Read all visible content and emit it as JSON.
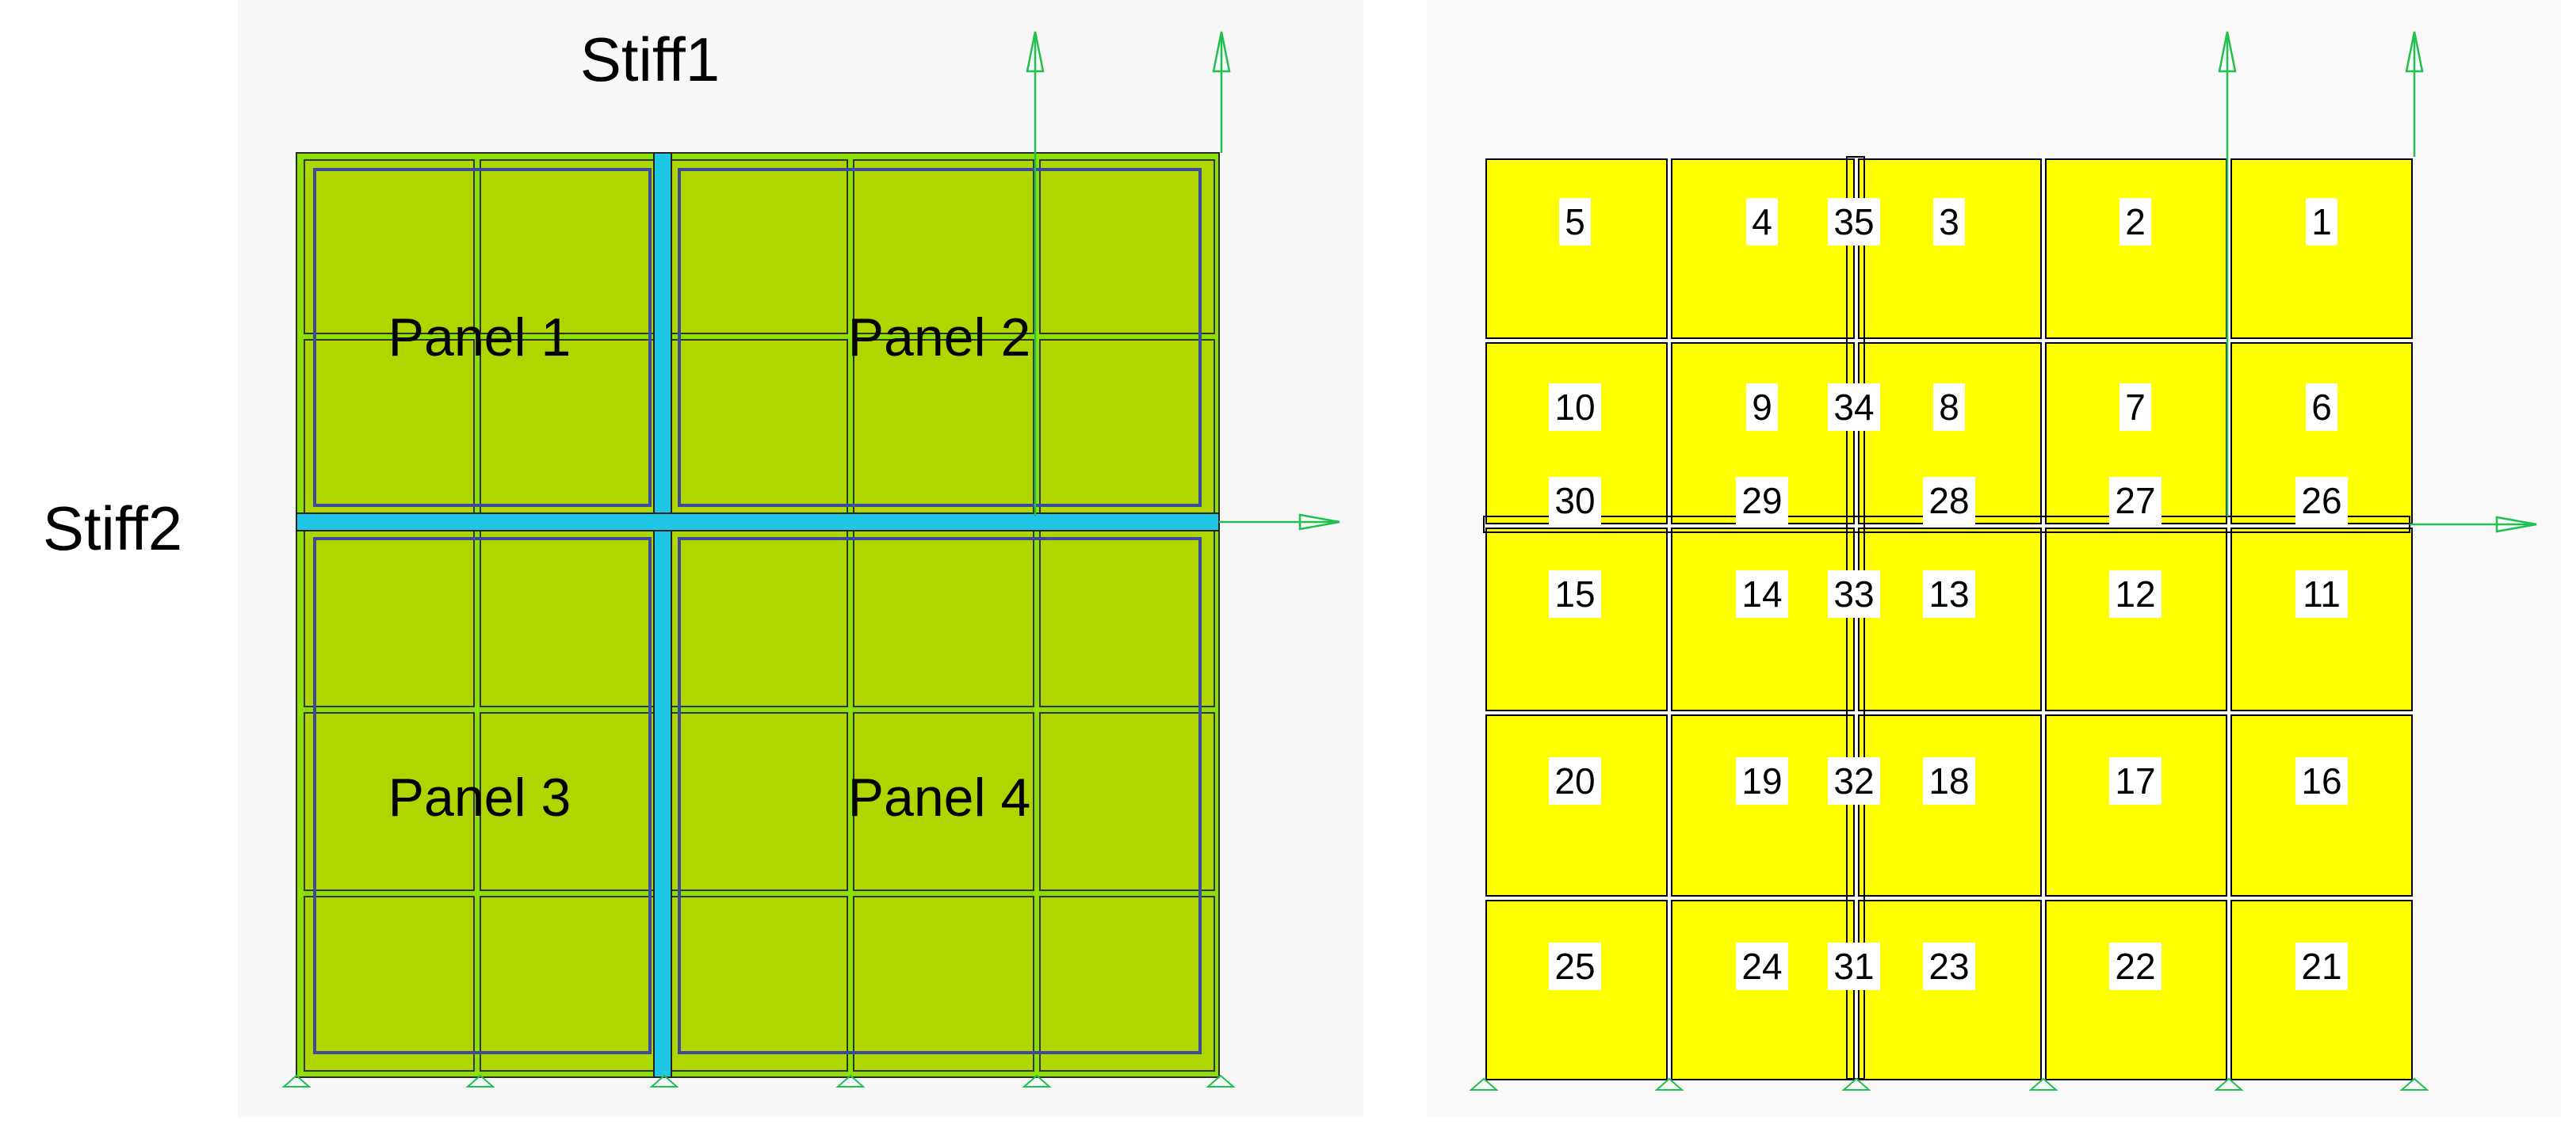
{
  "labels": {
    "stiff1": "Stiff1",
    "stiff2": "Stiff2",
    "panels": [
      "Panel 1",
      "Panel 2",
      "Panel 3",
      "Panel 4"
    ]
  },
  "elements": {
    "rows": [
      [
        "5",
        "4",
        "35",
        "3",
        "2",
        "1"
      ],
      [
        "10",
        "9",
        "34",
        "8",
        "7",
        "6"
      ],
      [
        "15",
        "14",
        "33",
        "13",
        "12",
        "11"
      ],
      [
        "20",
        "19",
        "32",
        "18",
        "17",
        "16"
      ],
      [
        "25",
        "24",
        "31",
        "23",
        "22",
        "21"
      ]
    ],
    "stiffener_row": [
      "30",
      "29",
      "28",
      "27",
      "26"
    ]
  },
  "colors": {
    "panel_fill": "#b0d600",
    "panel_border": "#8ee000",
    "panel_outline": "#3d4aa0",
    "stiffener": "#1fc6e6",
    "element_fill": "#ffff00",
    "axis": "#20c050",
    "background_left": "#f7f7f7",
    "background_right": "#f9f9f9",
    "gap": "#e8dcc8"
  },
  "icons": [
    "axis-arrow-up-icon",
    "axis-arrow-right-icon",
    "support-triangle-icon"
  ]
}
